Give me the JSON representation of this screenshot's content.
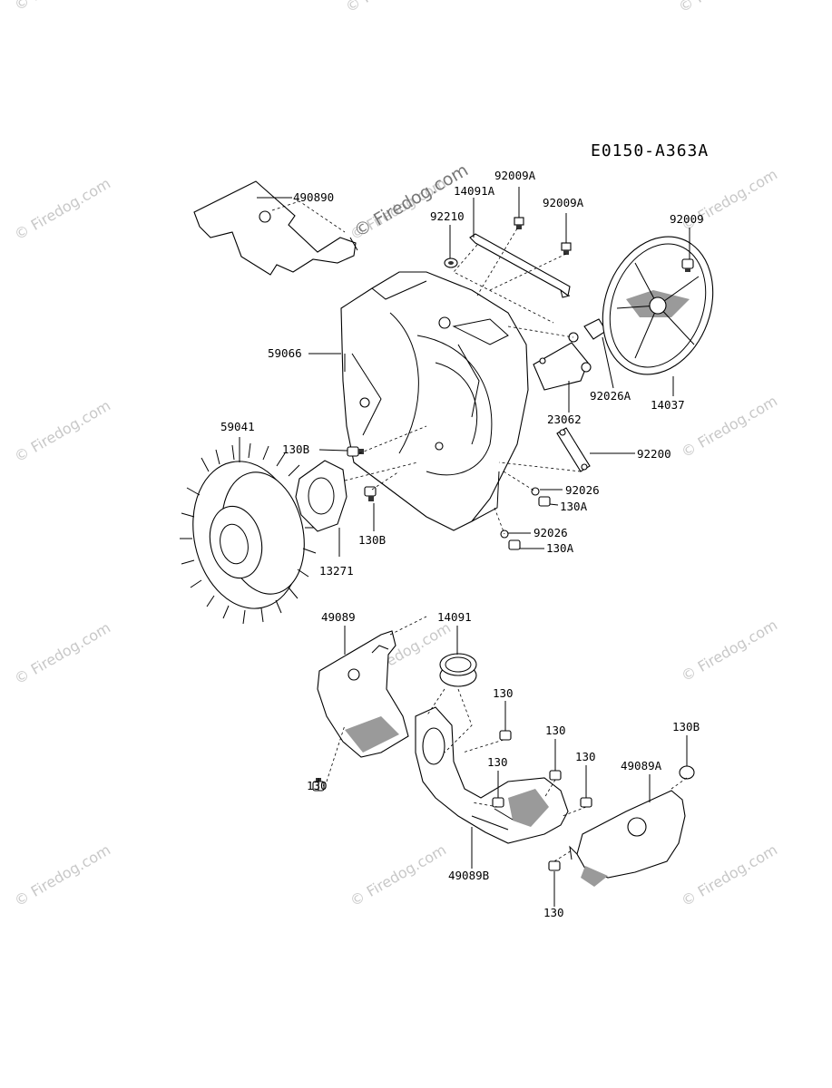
{
  "diagram": {
    "code": "E0150-A363A",
    "watermark": "© Firedog.com",
    "labels": {
      "p490890": "490890",
      "p14091A": "14091A",
      "p92009A_1": "92009A",
      "p92009A_2": "92009A",
      "p92210": "92210",
      "p92009": "92009",
      "p59066": "59066",
      "p92026A": "92026A",
      "p14037": "14037",
      "p23062": "23062",
      "p59041": "59041",
      "p130B_1": "130B",
      "p92200": "92200",
      "p92026_1": "92026",
      "p130A_1": "130A",
      "p130B_2": "130B",
      "p92026_2": "92026",
      "p130A_2": "130A",
      "p13271": "13271",
      "p49089": "49089",
      "p14091": "14091",
      "p130_1": "130",
      "p130_2": "130",
      "p130_3": "130",
      "p130_4": "130",
      "p130B_3": "130B",
      "p49089A": "49089A",
      "p130_5": "130",
      "p49089B": "49089B",
      "p130_6": "130"
    }
  }
}
